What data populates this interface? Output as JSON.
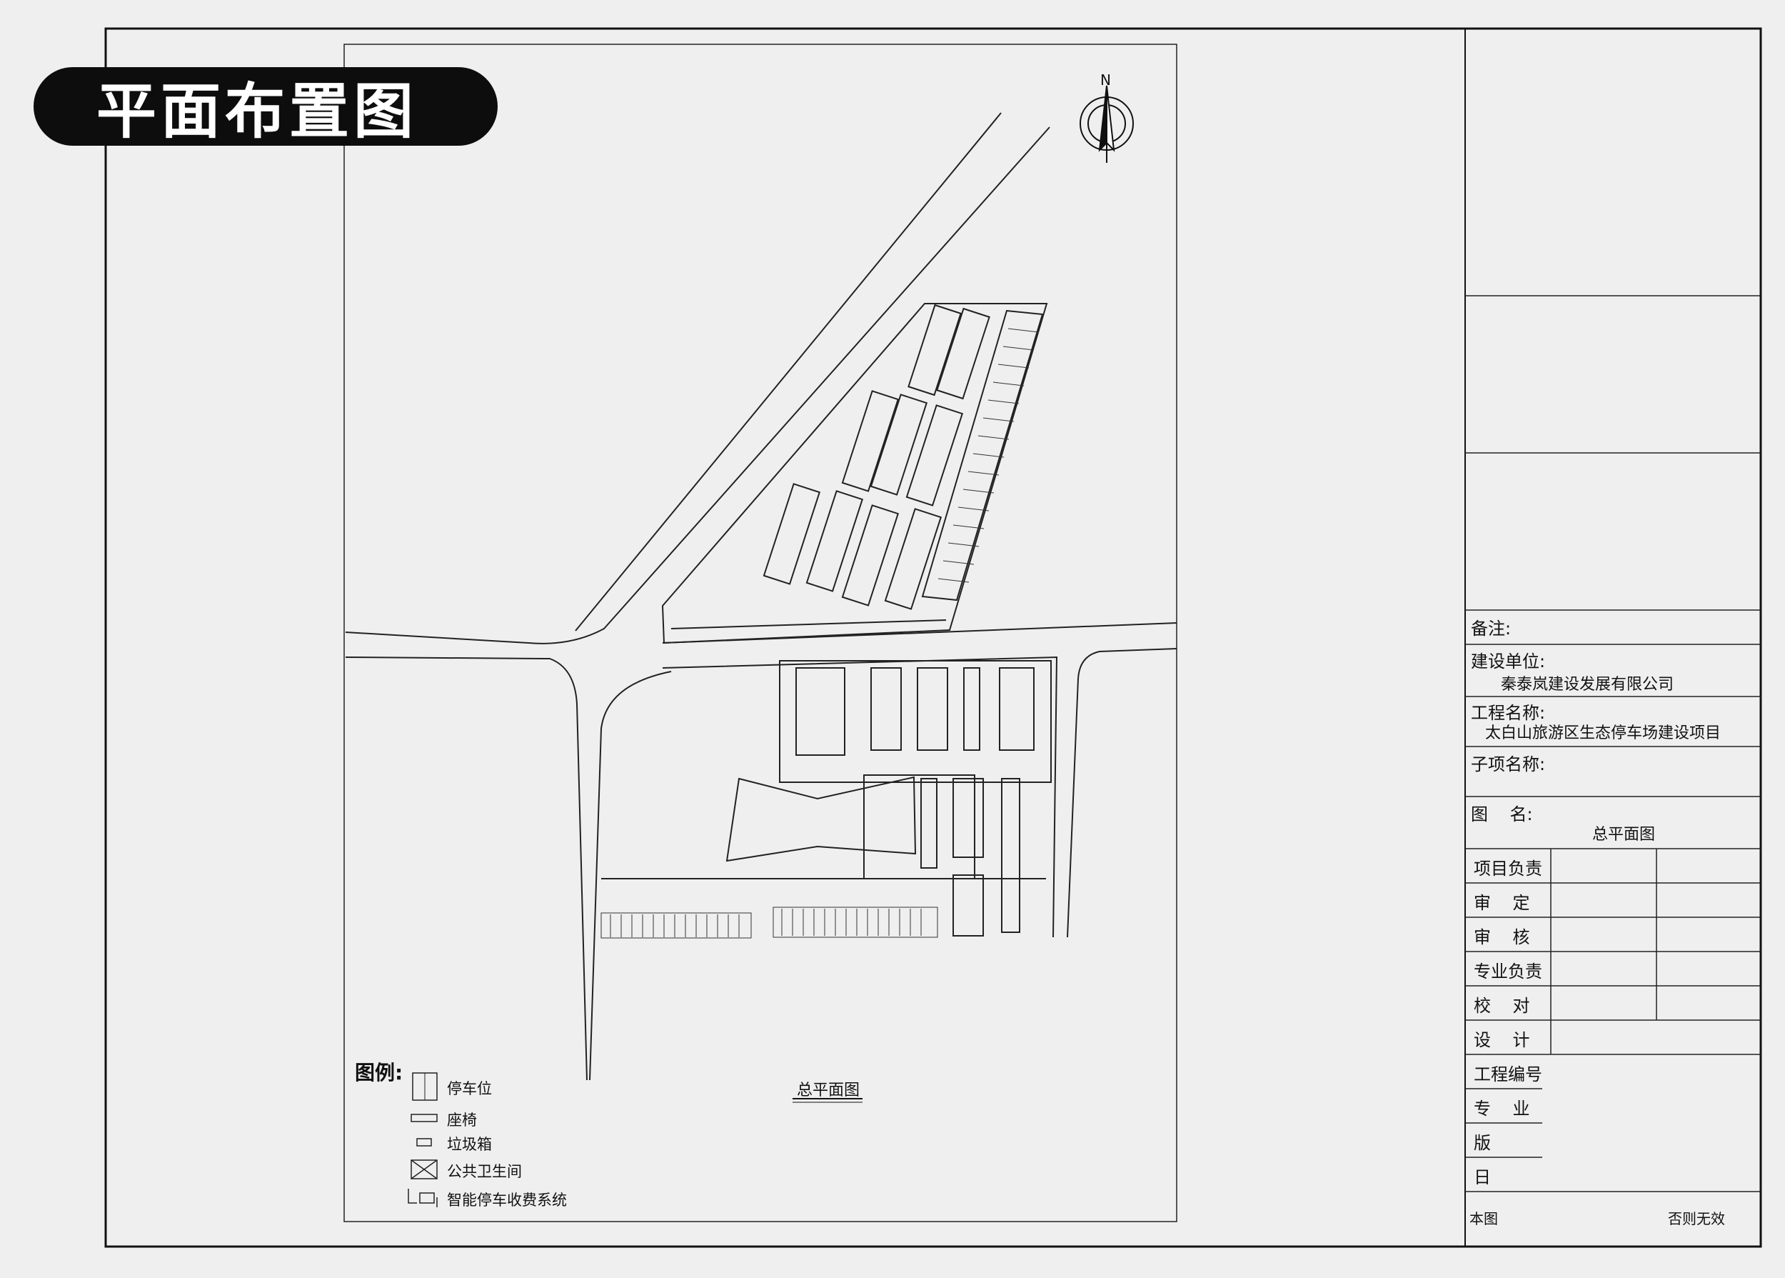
{
  "title": "平面布置图",
  "drawing_caption": "总平面图",
  "north_label": "N",
  "legend": {
    "heading": "图例:",
    "items": [
      {
        "label": "停车位",
        "icon": "parking-space-icon"
      },
      {
        "label": "座椅",
        "icon": "bench-icon"
      },
      {
        "label": "垃圾箱",
        "icon": "trash-bin-icon"
      },
      {
        "label": "公共卫生间",
        "icon": "toilet-icon"
      },
      {
        "label": "智能停车收费系统",
        "icon": "parking-fee-system-icon"
      }
    ]
  },
  "title_block": {
    "remarks_label": "备注:",
    "client_label": "建设单位:",
    "client_value": "秦泰岚建设发展有限公司",
    "project_label": "工程名称:",
    "project_value": "太白山旅游区生态停车场建设项目",
    "subitem_label": "子项名称:",
    "drawing_name_label": "图    名:",
    "drawing_name_value": "总平面图",
    "signoff_rows": [
      "项目负责",
      "审    定",
      "审    核",
      "专业负责",
      "校    对",
      "设    计"
    ],
    "info_rows": [
      "工程编号",
      "专    业",
      "版",
      "日"
    ],
    "footer_left": "本图",
    "footer_right": "否则无效"
  }
}
